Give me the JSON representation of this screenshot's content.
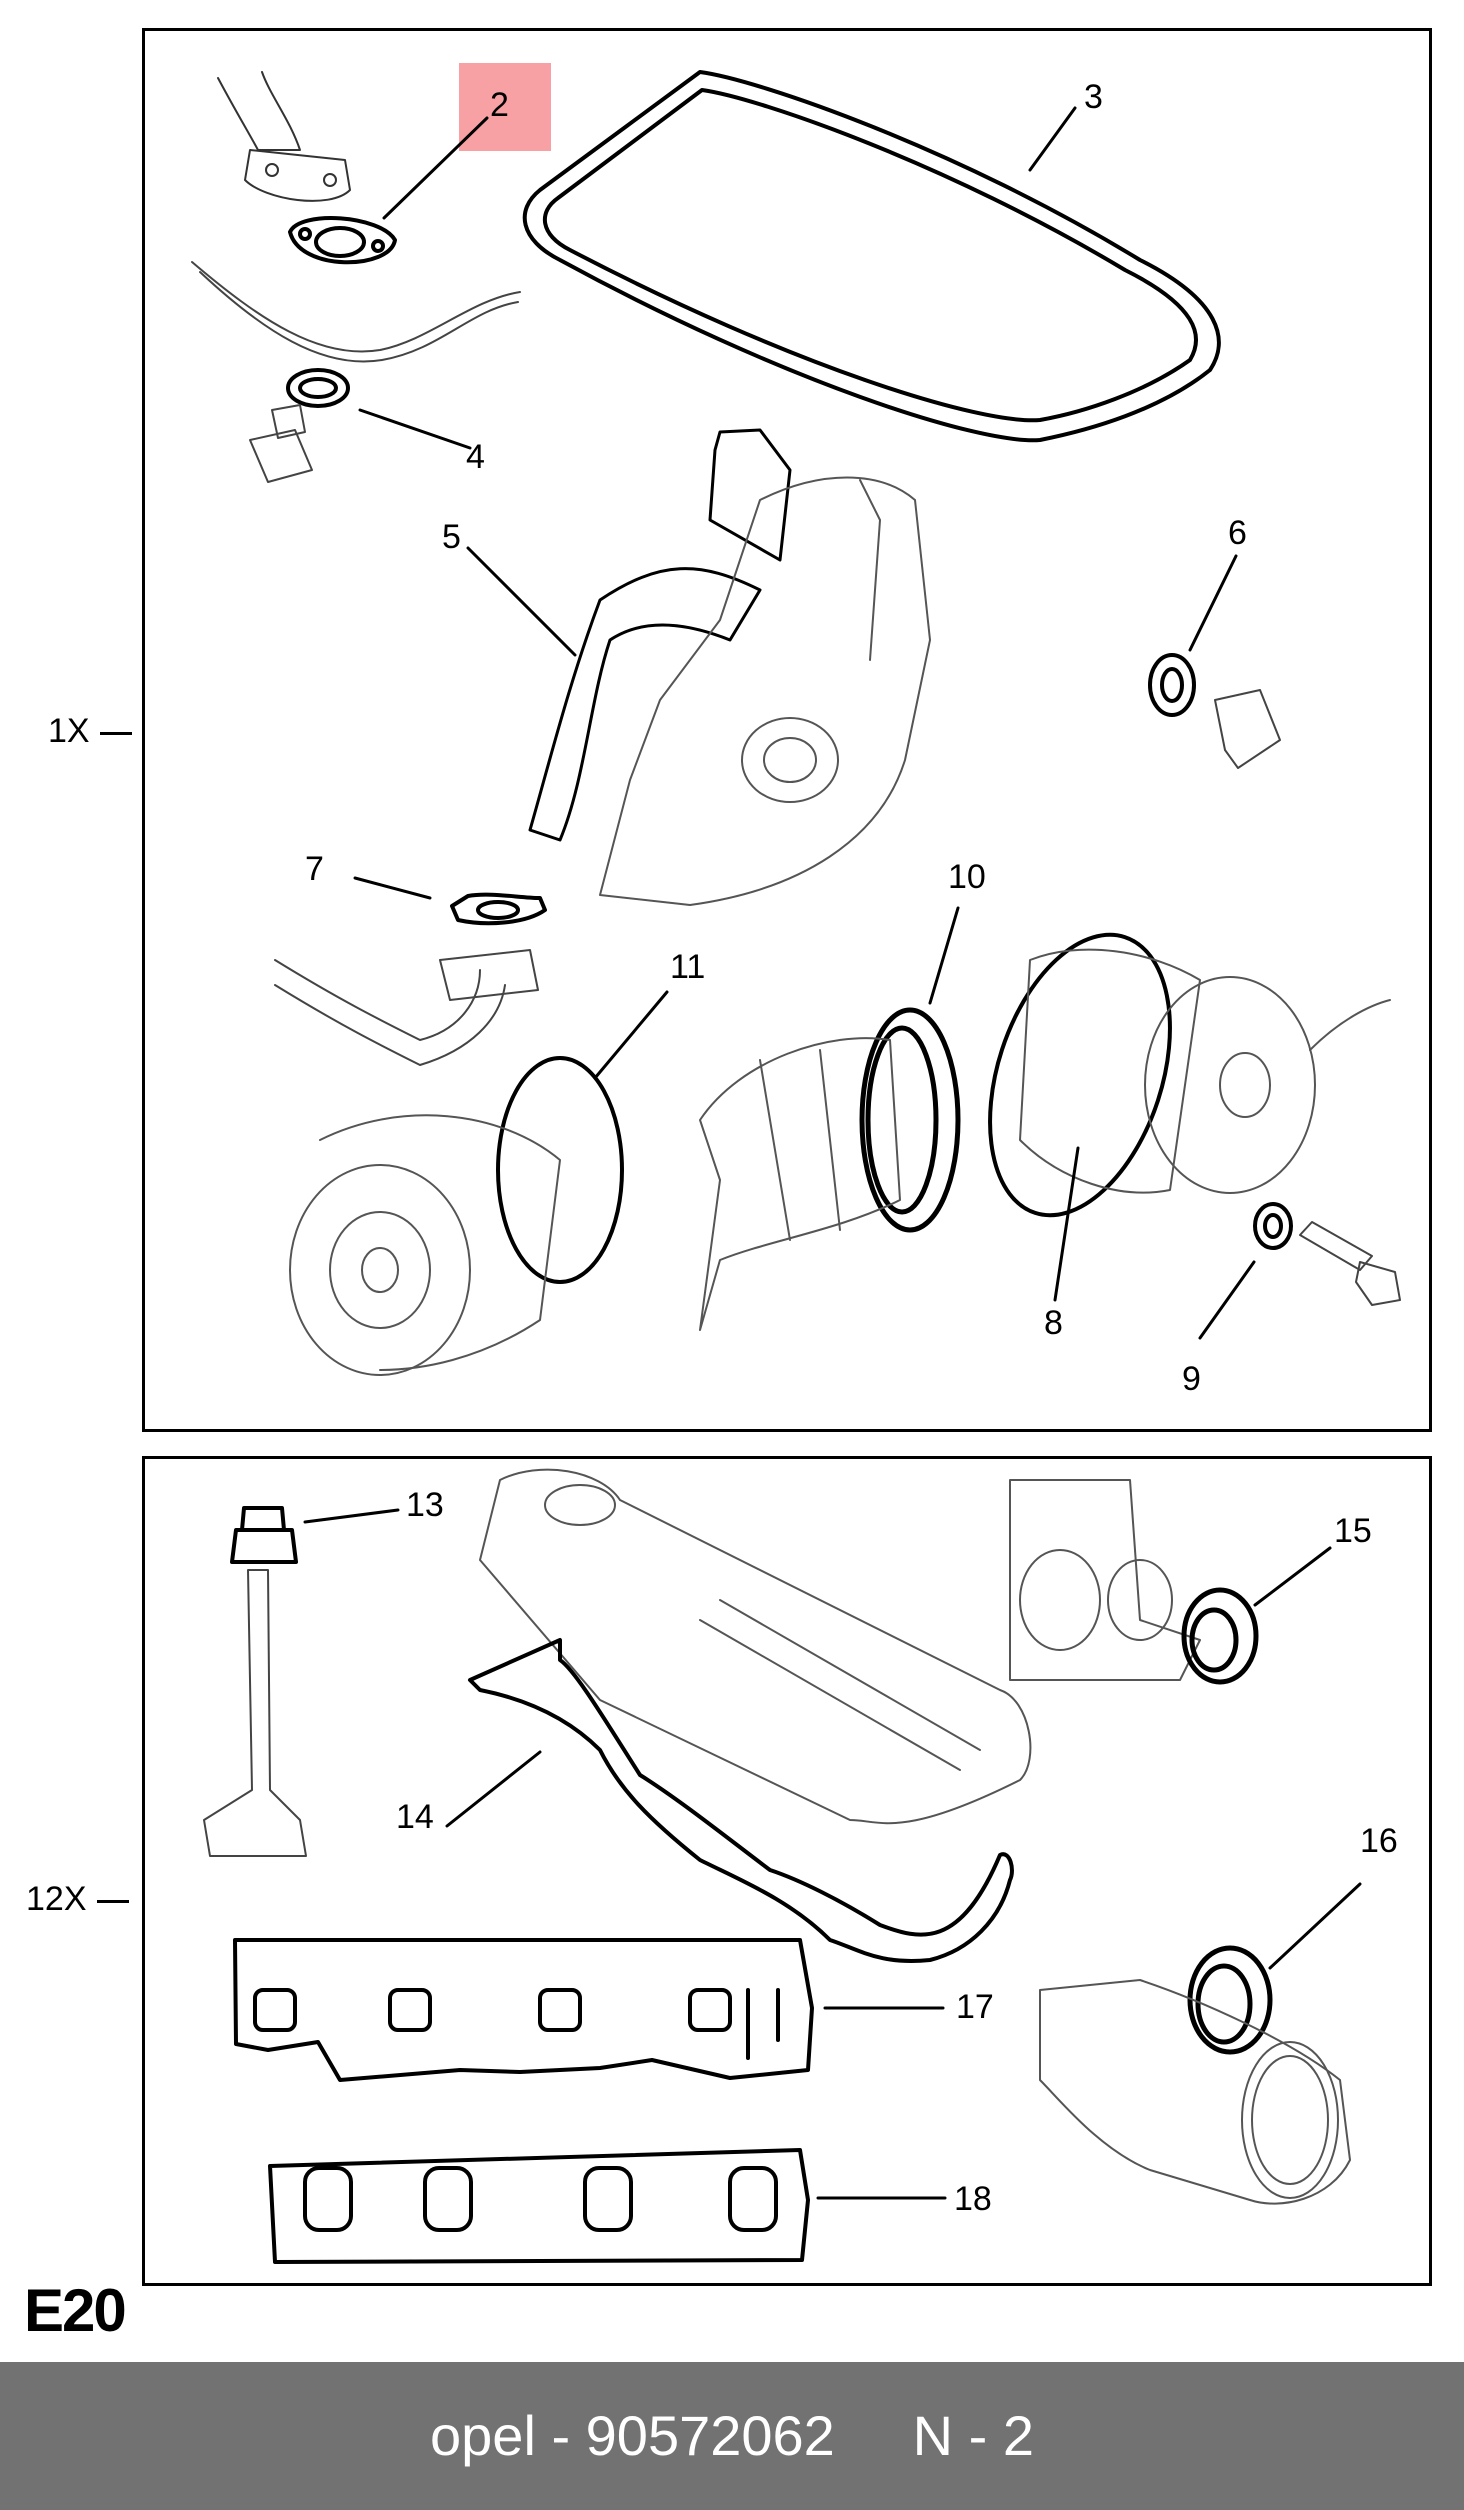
{
  "diagram_code": "E20",
  "footer": {
    "text": "opel - 90572062     N - 2"
  },
  "quantities": {
    "top_group": "1X",
    "bottom_group": "12X"
  },
  "highlighted_part": "2",
  "callouts": {
    "c2": "2",
    "c3": "3",
    "c4": "4",
    "c5": "5",
    "c6": "6",
    "c7": "7",
    "c8": "8",
    "c9": "9",
    "c10": "10",
    "c11": "11",
    "c13": "13",
    "c14": "14",
    "c15": "15",
    "c16": "16",
    "c17": "17",
    "c18": "18"
  },
  "colors": {
    "highlight": "#f7a1a4",
    "footer_bg": "#727272",
    "line": "#000000"
  }
}
